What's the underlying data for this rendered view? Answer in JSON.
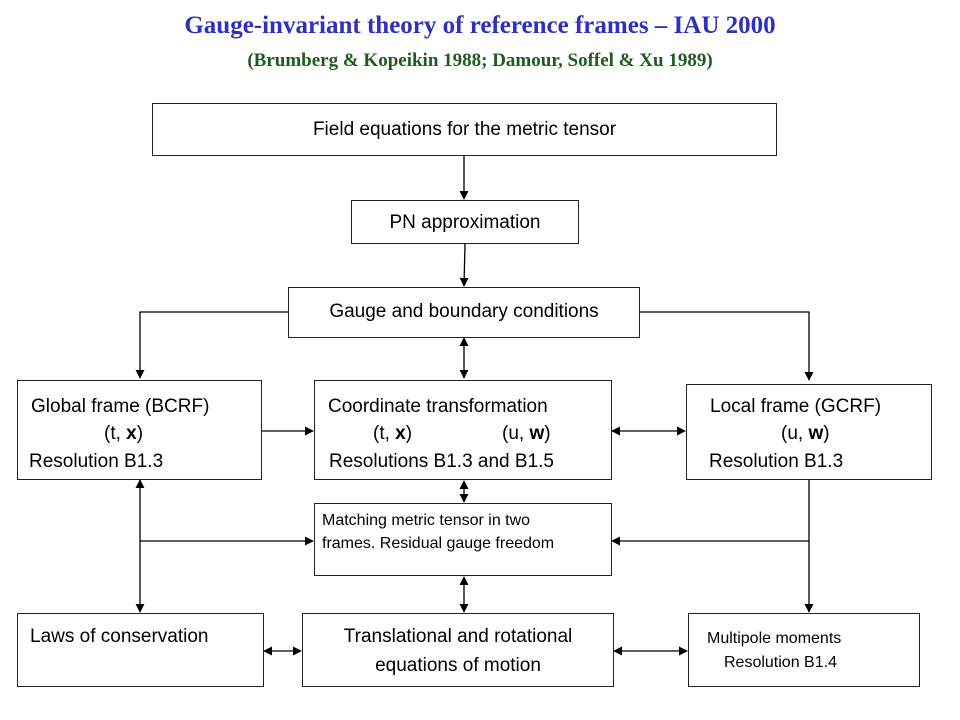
{
  "title": "Gauge-invariant theory of reference frames – IAU 2000",
  "subtitle": "(Brumberg & Kopeikin 1988; Damour, Soffel & Xu 1989)",
  "colors": {
    "title": "#3030c0",
    "subtitle": "#1e5c1e",
    "border": "#222222"
  },
  "boxes": {
    "field_equations": "Field equations for the metric tensor",
    "pn_approximation": "PN approximation",
    "gauge_conditions": "Gauge and boundary conditions",
    "global_frame": {
      "name": "Global frame (BCRF)",
      "coord_open": "(t, ",
      "coord_bold": "x",
      "coord_close": ")",
      "resolution": "Resolution B1.3"
    },
    "coordinate_transformation": {
      "name": "Coordinate transformation",
      "left_open": "(t, ",
      "left_bold": "x",
      "left_close": ")",
      "right_open": "(u, ",
      "right_bold": "w",
      "right_close": ")",
      "resolutions": "Resolutions B1.3 and B1.5"
    },
    "local_frame": {
      "name": "Local frame (GCRF)",
      "coord_open": "(u, ",
      "coord_bold": "w",
      "coord_close": ")",
      "resolution": "Resolution B1.3"
    },
    "matching": {
      "line1": "Matching metric tensor in two",
      "line2": "frames. Residual gauge freedom"
    },
    "laws_conservation": "Laws of conservation",
    "equations_motion": {
      "line1": "Translational and rotational",
      "line2": "equations of motion"
    },
    "multipole": {
      "line1": "Multipole moments",
      "line2": "Resolution B1.4"
    }
  }
}
